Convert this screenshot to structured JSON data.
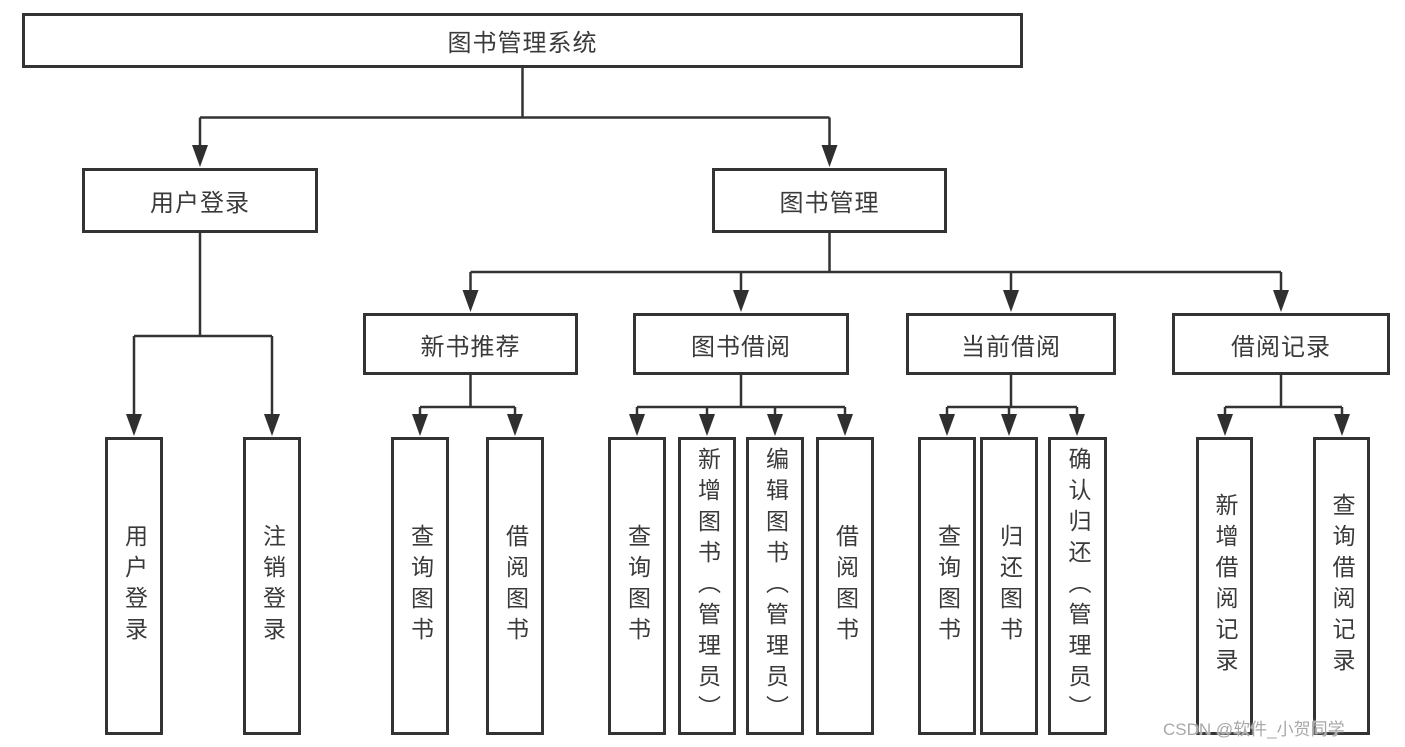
{
  "title": "图书管理系统",
  "watermark": {
    "text": "CSDN @软件_小贺同学"
  },
  "colors": {
    "line": "#333333",
    "box_border": "#333333",
    "text": "#3a3a3a",
    "watermark": "#a8a8a8",
    "background": "#ffffff"
  },
  "nodes": {
    "root": {
      "label": "图书管理系统"
    },
    "level2": [
      {
        "label": "用户登录"
      },
      {
        "label": "图书管理"
      }
    ],
    "level3": [
      {
        "label": "新书推荐",
        "parent": "图书管理"
      },
      {
        "label": "图书借阅",
        "parent": "图书管理"
      },
      {
        "label": "当前借阅",
        "parent": "图书管理"
      },
      {
        "label": "借阅记录",
        "parent": "图书管理"
      }
    ],
    "leaves": [
      {
        "label": "用户登录",
        "parent": "用户登录"
      },
      {
        "label": "注销登录",
        "parent": "用户登录"
      },
      {
        "label": "查询图书",
        "parent": "新书推荐"
      },
      {
        "label": "借阅图书",
        "parent": "新书推荐"
      },
      {
        "label": "查询图书",
        "parent": "图书借阅"
      },
      {
        "label": "新增图书（管理员）",
        "parent": "图书借阅"
      },
      {
        "label": "编辑图书（管理员）",
        "parent": "图书借阅"
      },
      {
        "label": "借阅图书",
        "parent": "图书借阅"
      },
      {
        "label": "查询图书",
        "parent": "当前借阅"
      },
      {
        "label": "归还图书",
        "parent": "当前借阅"
      },
      {
        "label": "确认归还（管理员）",
        "parent": "当前借阅"
      },
      {
        "label": "新增借阅记录",
        "parent": "借阅记录"
      },
      {
        "label": "查询借阅记录",
        "parent": "借阅记录"
      }
    ]
  }
}
